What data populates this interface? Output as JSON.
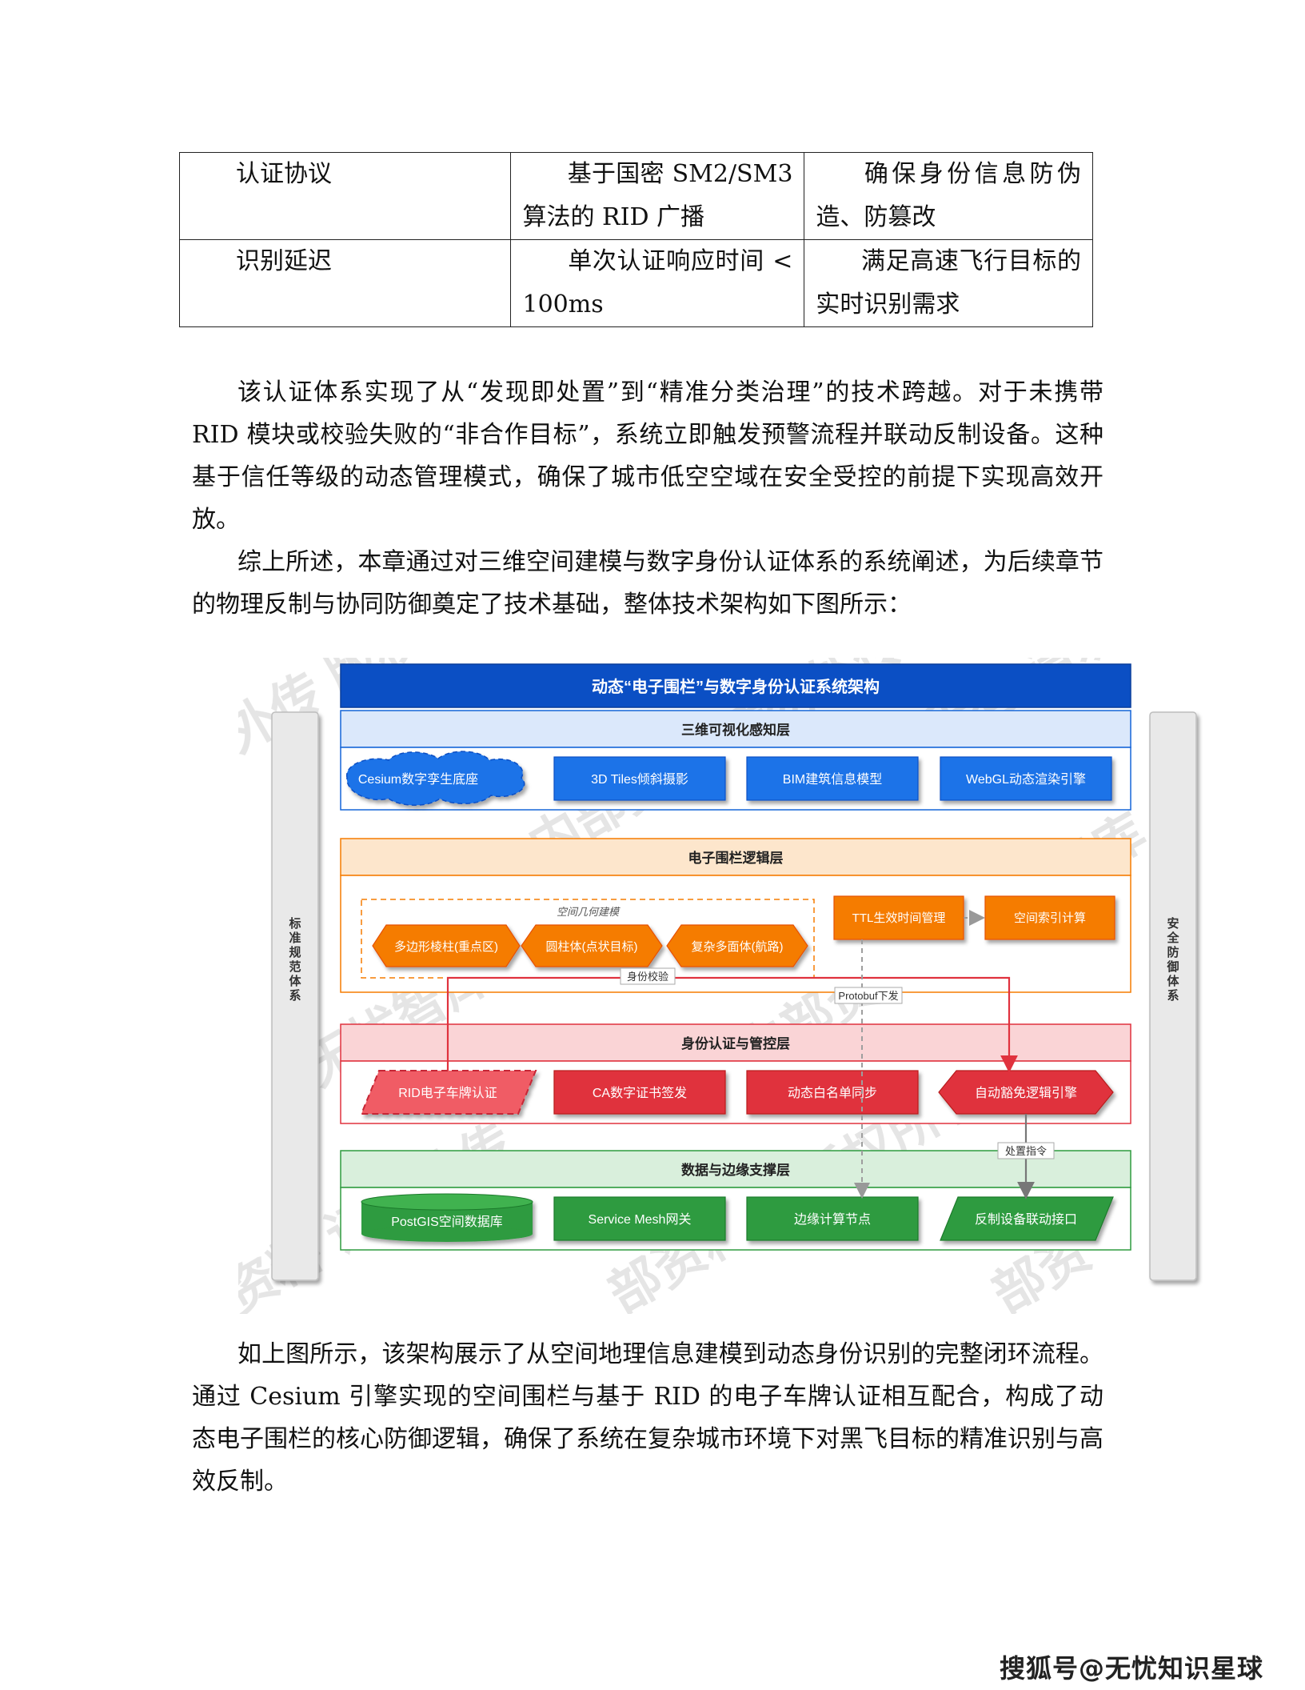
{
  "table": {
    "rows": [
      {
        "c1": "认证协议",
        "c2": "基于国密 SM2/SM3 算法的 RID 广播",
        "c3": "确保身份信息防伪造、防篡改"
      },
      {
        "c1": "识别延迟",
        "c2": "单次认证响应时间 < 100ms",
        "c3": "满足高速飞行目标的实时识别需求"
      }
    ]
  },
  "paragraphs": [
    "该认证体系实现了从“发现即处置”到“精准分类治理”的技术跨越。对于未携带 RID 模块或校验失败的“非合作目标”，系统立即触发预警流程并联动反制设备。这种基于信任等级的动态管理模式，确保了城市低空空域在安全受控的前提下实现高效开放。",
    "综上所述，本章通过对三维空间建模与数字身份认证体系的系统阐述，为后续章节的物理反制与协同防御奠定了技术基础，整体技术架构如下图所示：",
    "如上图所示，该架构展示了从空间地理信息建模到动态身份识别的完整闭环流程。通过 Cesium 引擎实现的空间围栏与基于 RID 的电子车牌认证相互配合，构成了动态电子围栏的核心防御逻辑，确保了系统在复杂城市环境下对黑飞目标的精准识别与高效反制。"
  ],
  "diagram": {
    "title": "动态“电子围栏”与数字身份认证系统架构",
    "left_pillar": "标准规范体系",
    "right_pillar": "安全防御体系",
    "layers": {
      "vis": {
        "label": "三维可视化感知层",
        "items": [
          "Cesium数字孪生底座",
          "3D Tiles倾斜摄影",
          "BIM建筑信息模型",
          "WebGL动态渲染引擎"
        ]
      },
      "fence": {
        "label": "电子围栏逻辑层",
        "group_label": "空间几何建模",
        "items": [
          "多边形棱柱(重点区)",
          "圆柱体(点状目标)",
          "复杂多面体(航路)",
          "TTL生效时间管理",
          "空间索引计算"
        ]
      },
      "auth": {
        "label": "身份认证与管控层",
        "items": [
          "RID电子车牌认证",
          "CA数字证书签发",
          "动态白名单同步",
          "自动豁免逻辑引擎"
        ]
      },
      "data": {
        "label": "数据与边缘支撑层",
        "items": [
          "PostGIS空间数据库",
          "Service Mesh网关",
          "边缘计算节点",
          "反制设备联动接口"
        ]
      }
    },
    "edge_labels": {
      "auth_check": "身份校验",
      "protobuf": "Protobuf下发",
      "command": "处置指令"
    },
    "colors": {
      "title": "#0b4fc4",
      "blue": "#1565d8",
      "orange": "#f57c00",
      "red": "#e0323e",
      "green": "#2e9b3f"
    }
  },
  "footer": "搜狐号@无忧知识星球"
}
